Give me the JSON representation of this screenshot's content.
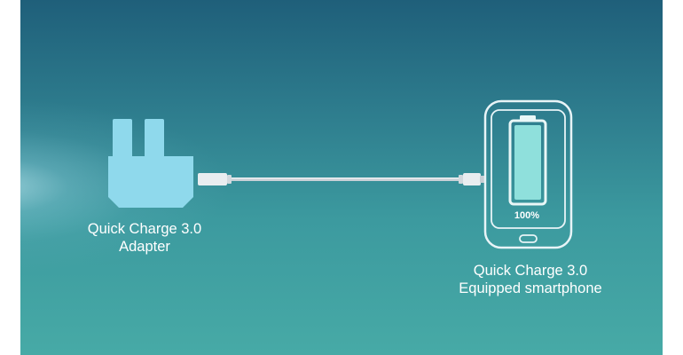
{
  "adapter": {
    "label_line1": "Quick Charge 3.0",
    "label_line2": "Adapter",
    "icon": "wall-adapter-icon",
    "color": "#8fd9ec"
  },
  "cable": {
    "icon": "usb-cable-icon",
    "color": "#d8dee2"
  },
  "phone": {
    "label_line1": "Quick Charge 3.0",
    "label_line2": "Equipped smartphone",
    "icon": "smartphone-icon",
    "outline_color": "#e8f4f7"
  },
  "battery": {
    "percent_text": "100%",
    "level": 1.0,
    "fill_color": "#8fe0dc",
    "icon": "battery-icon"
  },
  "colors": {
    "background_top": "#1f5f7a",
    "background_bottom": "#47aaa6",
    "text": "#ffffff"
  }
}
